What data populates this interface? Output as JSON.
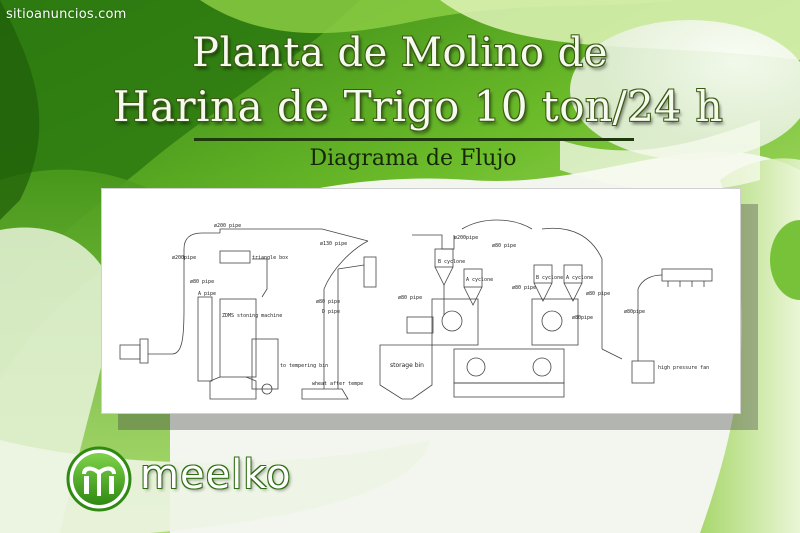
{
  "watermark": "sitioanuncios.com",
  "title": {
    "line1": "Planta de Molino de",
    "line2": "Harina de Trigo 10 ton/24 h"
  },
  "subtitle": "Diagrama de Flujo",
  "brand": "meelko",
  "colors": {
    "brand_green": "#3f9a1e",
    "dark_green": "#1e3a0c",
    "light_green": "#b9e07a"
  },
  "diagram": {
    "labels": [
      "ø200 pipe",
      "ø200pipe",
      "triangle box",
      "ø80 pipe",
      "A pipe",
      "ZDMS stoning machine",
      "to tempering bin",
      "ø130 pipe",
      "ø80 pipe",
      "D pipe",
      "wheat after tempe",
      "storage bin",
      "ø200pipe",
      "ø80 pipe",
      "B cyclone",
      "A cyclone",
      "ø80 pipe",
      "B cyclone",
      "A cyclone",
      "ø80 pipe",
      "ø80pipe",
      "ø80 pipe",
      "ø80pipe",
      "high pressure fan"
    ]
  }
}
